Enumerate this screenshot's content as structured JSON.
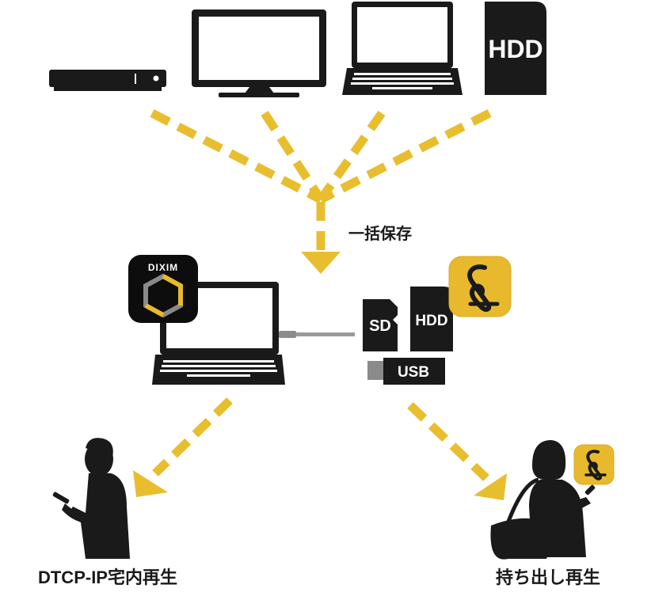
{
  "diagram": {
    "center_label": "一括保存",
    "bottom_left_label": "DTCP-IP宅内再生",
    "bottom_right_label": "持ち出し再生"
  },
  "devices": {
    "hdd_top_label": "HDD",
    "hdd_storage_label": "HDD",
    "sd_label": "SD",
    "usb_label": "USB"
  },
  "app": {
    "dixim_label": "DIXIM"
  },
  "colors": {
    "arrow": "#E8BE2E",
    "device": "#1a1a1a",
    "app_yellow": "#E9B92D",
    "cable": "#9a9a9a"
  }
}
